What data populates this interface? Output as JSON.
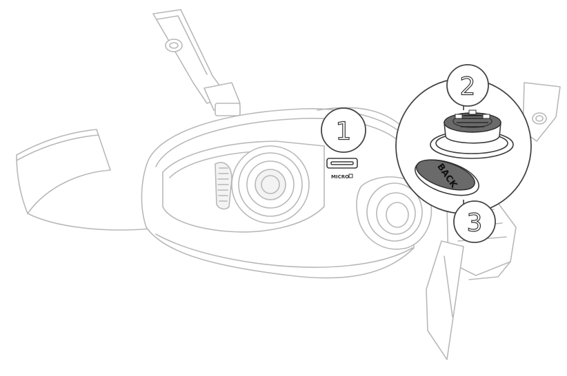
{
  "callouts": [
    {
      "number": "1"
    },
    {
      "number": "2"
    },
    {
      "number": "3"
    }
  ],
  "labels": {
    "slot": "MICRO",
    "cover": "BACK"
  },
  "colors": {
    "outline": "#b8b8b8",
    "dark_outline": "#3a3a3a",
    "background": "#ffffff"
  }
}
